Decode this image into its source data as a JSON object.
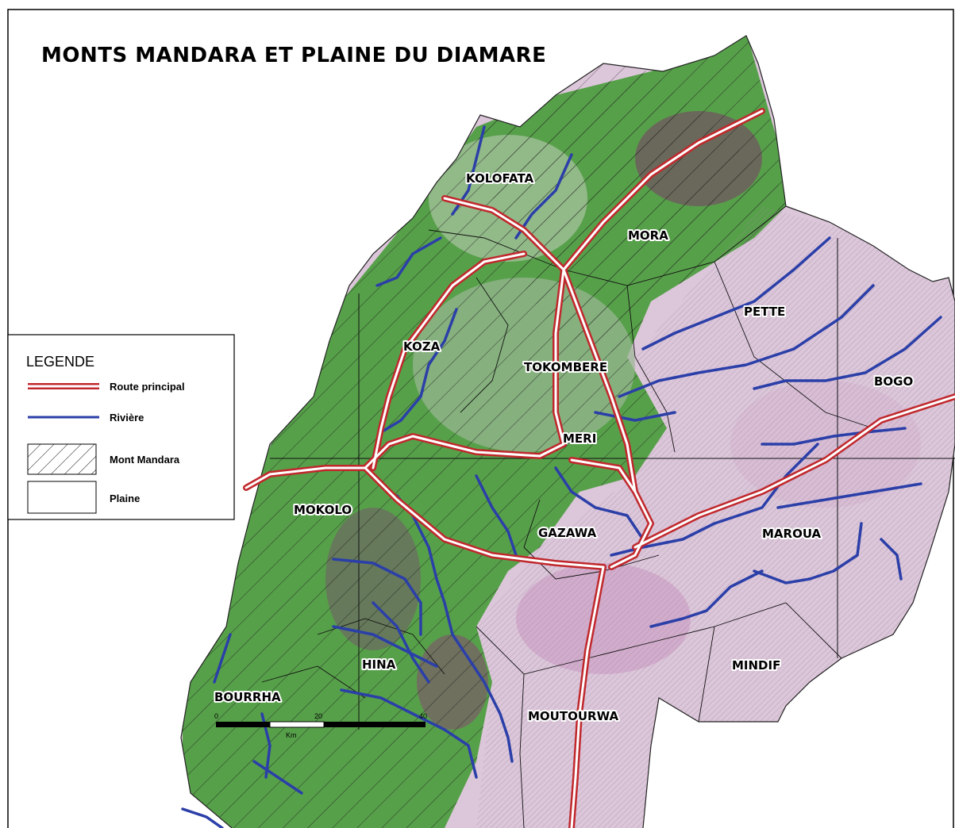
{
  "title": "MONTS MANDARA ET PLAINE DU DIAMARE",
  "places": [
    {
      "id": "kolofata",
      "name": "KOLOFATA"
    },
    {
      "id": "mora",
      "name": "MORA"
    },
    {
      "id": "pette",
      "name": "PETTE"
    },
    {
      "id": "koza",
      "name": "KOZA"
    },
    {
      "id": "tokombere",
      "name": "TOKOMBERE"
    },
    {
      "id": "bogo",
      "name": "BOGO"
    },
    {
      "id": "meri",
      "name": "MERI"
    },
    {
      "id": "mokolo",
      "name": "MOKOLO"
    },
    {
      "id": "gazawa",
      "name": "GAZAWA"
    },
    {
      "id": "maroua",
      "name": "MAROUA"
    },
    {
      "id": "mindif",
      "name": "MINDIF"
    },
    {
      "id": "hina",
      "name": "HINA"
    },
    {
      "id": "bourrha",
      "name": "BOURRHA"
    },
    {
      "id": "moutourwa",
      "name": "MOUTOURWA"
    }
  ],
  "legend": {
    "title": "LEGENDE",
    "items": [
      {
        "label": "Route principal",
        "symbol": "road"
      },
      {
        "label": "Rivière",
        "symbol": "river"
      },
      {
        "label": "Mont Mandara",
        "symbol": "hatch"
      },
      {
        "label": "Plaine",
        "symbol": "plain"
      }
    ]
  },
  "scale": {
    "ticks": [
      "0",
      "20",
      "40"
    ],
    "unit": "Km"
  },
  "colors": {
    "road": "#c0282c",
    "river": "#2b3fa8",
    "mountain": "#4f9c45",
    "plain": "#ddc7dc"
  }
}
